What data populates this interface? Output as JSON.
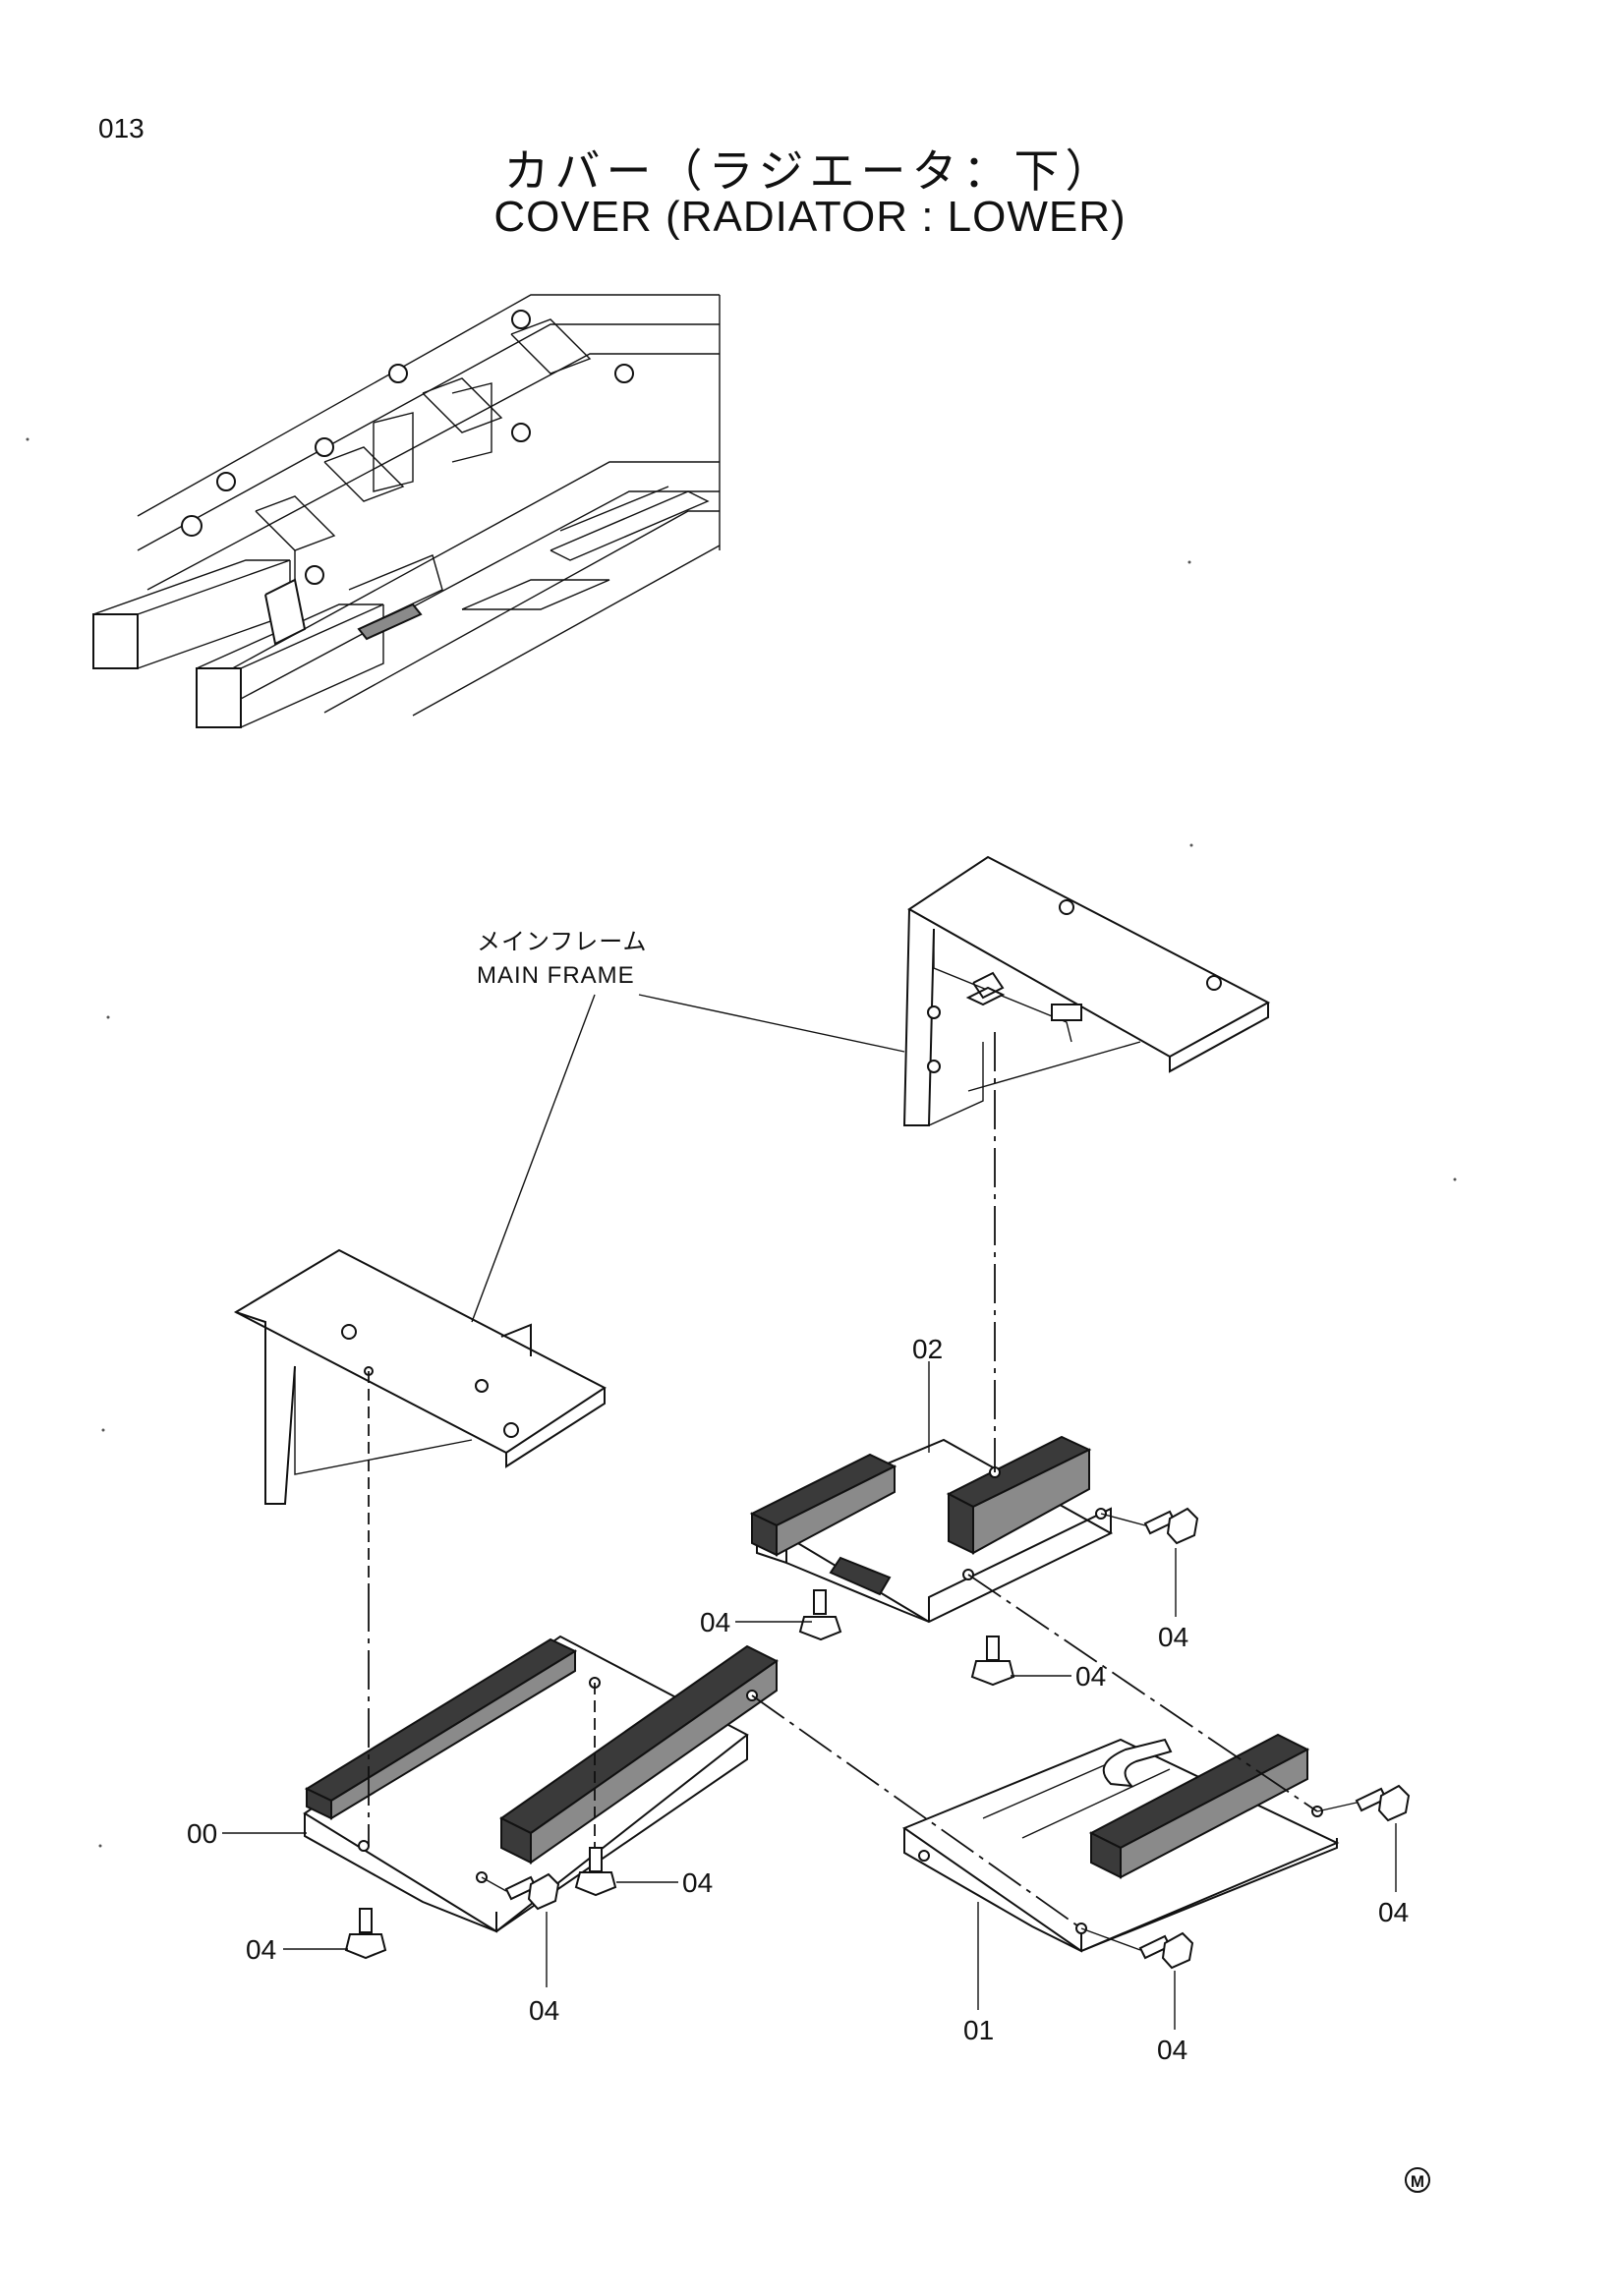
{
  "page": {
    "number": "013"
  },
  "title": {
    "japanese": "カバー（ラジエータ：下）",
    "english": "COVER (RADIATOR : LOWER)"
  },
  "main_frame_label": {
    "japanese": "メインフレーム",
    "english": "MAIN FRAME"
  },
  "part_labels": {
    "p00": "00",
    "p01": "01",
    "p02": "02",
    "p04": "04"
  },
  "mark": "M"
}
